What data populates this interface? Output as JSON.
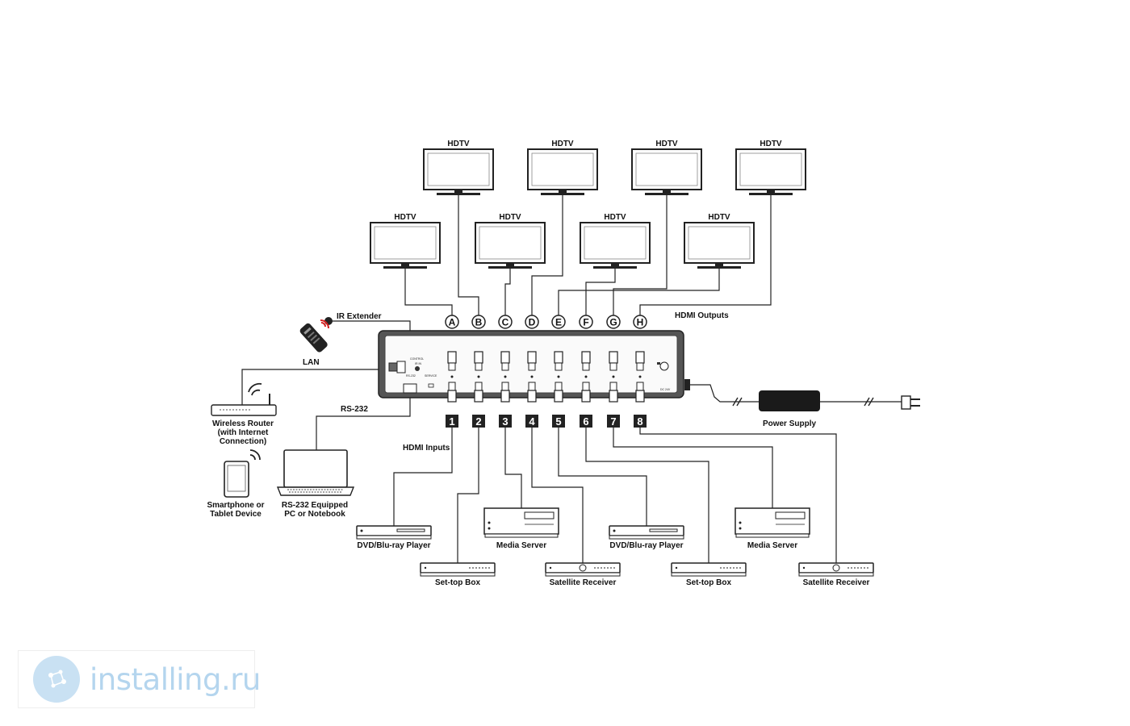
{
  "labels": {
    "hdtv": "HDTV",
    "ir_extender": "IR Extender",
    "hdmi_outputs": "HDMI Outputs",
    "lan": "LAN",
    "rs232": "RS-232",
    "hdmi_inputs": "HDMI Inputs",
    "power_supply": "Power Supply",
    "router": [
      "Wireless Router",
      "(with Internet",
      "Connection)"
    ],
    "smartphone": [
      "Smartphone or",
      "Tablet Device"
    ],
    "pc": [
      "RS-232 Equipped",
      "PC or Notebook"
    ]
  },
  "outputs": [
    "A",
    "B",
    "C",
    "D",
    "E",
    "F",
    "G",
    "H"
  ],
  "inputs": [
    "1",
    "2",
    "3",
    "4",
    "5",
    "6",
    "7",
    "8"
  ],
  "panel_labels": {
    "control": "CONTROL",
    "ir_in": "IR IN",
    "rs232": "RS-232",
    "service": "SERVICE",
    "dc": "DC 24V"
  },
  "sources": [
    {
      "input": "1",
      "label": "DVD/Blu-ray Player",
      "icon": "dvd-player-icon"
    },
    {
      "input": "2",
      "label": "Set-top Box",
      "icon": "set-top-box-icon"
    },
    {
      "input": "3",
      "label": "Media Server",
      "icon": "media-server-icon"
    },
    {
      "input": "4",
      "label": "Satellite Receiver",
      "icon": "satellite-receiver-icon"
    },
    {
      "input": "5",
      "label": "DVD/Blu-ray Player",
      "icon": "dvd-player-icon"
    },
    {
      "input": "6",
      "label": "Set-top Box",
      "icon": "set-top-box-icon"
    },
    {
      "input": "7",
      "label": "Media Server",
      "icon": "media-server-icon"
    },
    {
      "input": "8",
      "label": "Satellite Receiver",
      "icon": "satellite-receiver-icon"
    }
  ],
  "watermark": "installing.ru",
  "colors": {
    "line": "#222222",
    "remote_signal": "#d42020",
    "watermark": "#b4d5ee"
  }
}
